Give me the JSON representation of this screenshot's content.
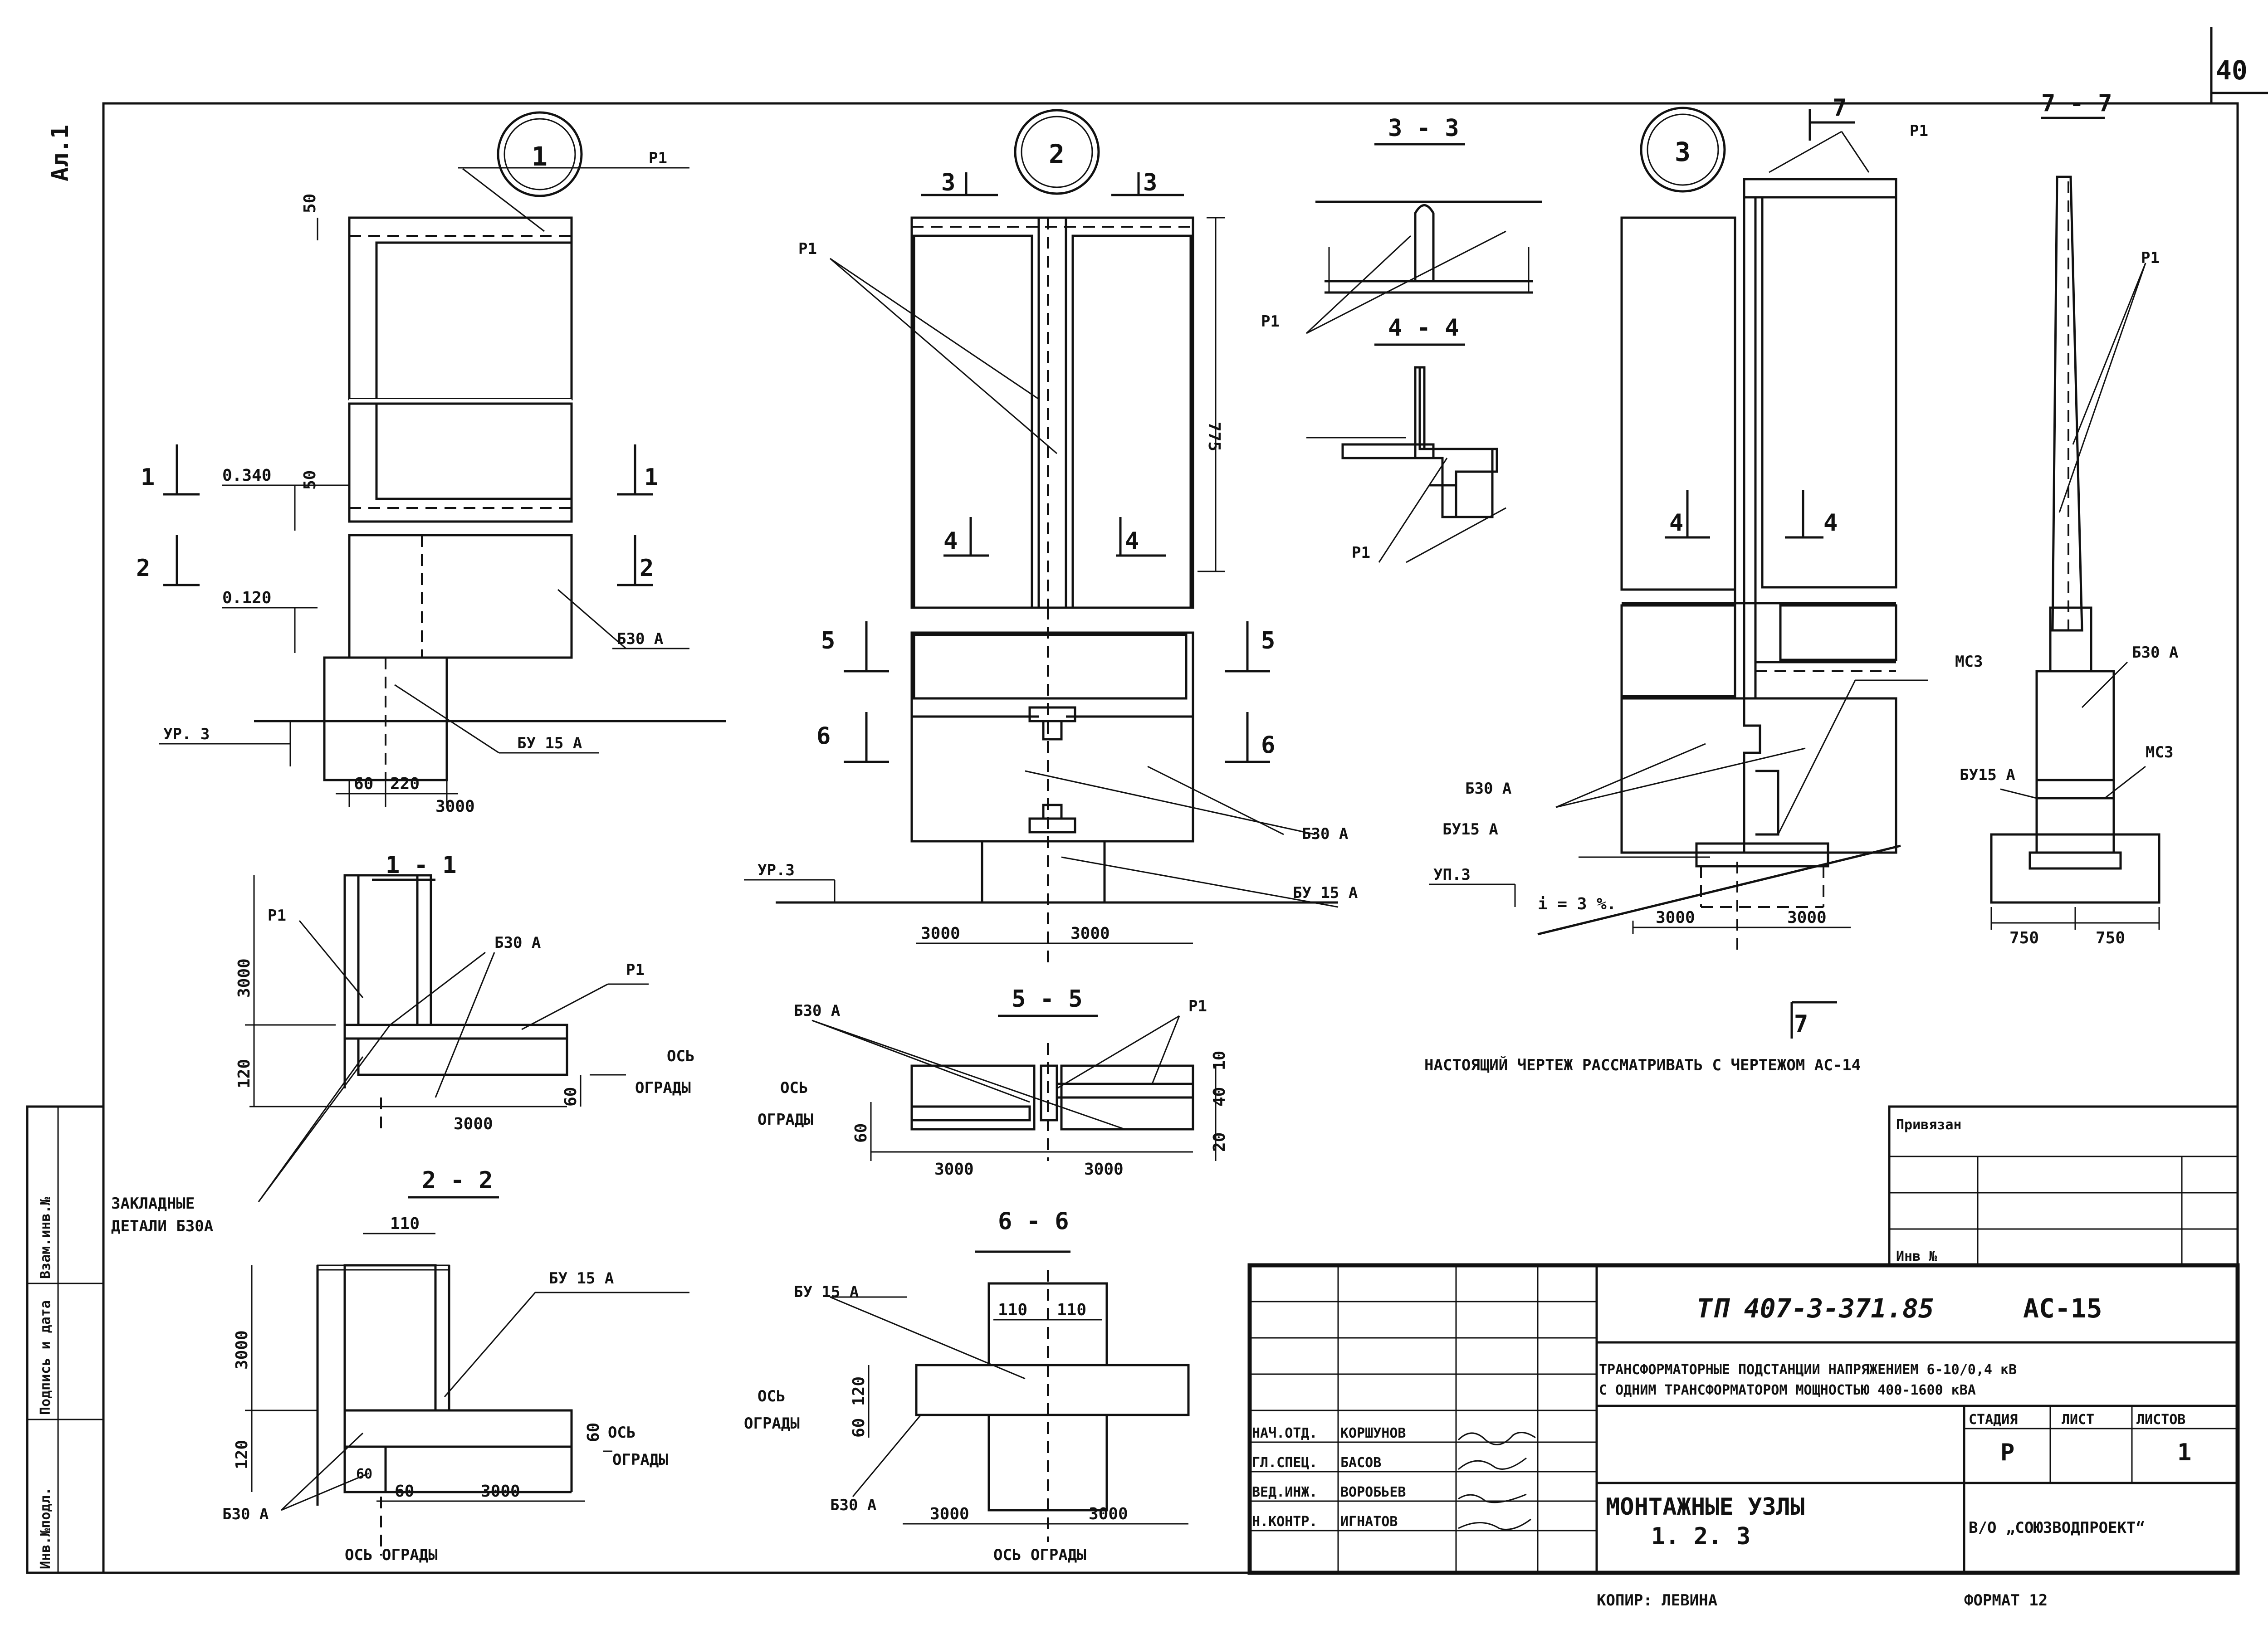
{
  "sheet": {
    "number": "40",
    "margin_label": "Ал.1",
    "side_stamp": [
      "Инв.№подл.",
      "Подпись и дата",
      "Взам.инв.№"
    ]
  },
  "node1": {
    "circle": "1",
    "labels": [
      "Р1",
      "Б30 А",
      "БУ 15 А",
      "УР. 3"
    ],
    "dims": [
      "50",
      "50",
      "0.340",
      "0.120",
      "220",
      "60",
      "3000"
    ],
    "cuts": [
      "1",
      "1",
      "2",
      "2"
    ]
  },
  "node2": {
    "circle": "2",
    "labels": [
      "Р1",
      "Б30 А",
      "БУ 15 А",
      "УР.3"
    ],
    "dims": [
      "775",
      "3000",
      "3000"
    ],
    "cuts": [
      "3",
      "3",
      "4",
      "4",
      "5",
      "5",
      "6",
      "6"
    ]
  },
  "node3": {
    "circle": "3",
    "labels": [
      "Р1",
      "МС3",
      "Б30 А",
      "БУ15 А",
      "УП.3",
      "БУ15 А",
      "Б30 А",
      "МС3",
      "Р1"
    ],
    "dims": [
      "3000",
      "3000",
      "750",
      "750",
      "i = 3 %."
    ],
    "cuts": [
      "7",
      "7",
      "4",
      "4",
      "7 - 7"
    ]
  },
  "sections": {
    "s11": {
      "title": "1 - 1",
      "labels": [
        "Р1",
        "Б30 А",
        "Р1",
        "ОСЬ",
        "ОГРАДЫ"
      ],
      "dims": [
        "3000",
        "120",
        "60",
        "3000"
      ]
    },
    "s22": {
      "title": "2 - 2",
      "labels": [
        "БУ 15 А",
        "Б30 А",
        "ОСЬ",
        "ОГРАДЫ",
        "ОСЬ ОГРАДЫ"
      ],
      "dims": [
        "110",
        "3000",
        "120",
        "60",
        "60",
        "3000",
        "60"
      ]
    },
    "s33": {
      "title": "3 - 3",
      "labels": [
        "Р1"
      ]
    },
    "s44": {
      "title": "4 - 4",
      "labels": [
        "Р1"
      ]
    },
    "s55": {
      "title": "5 - 5",
      "labels": [
        "Б30 А",
        "Р1",
        "ОСЬ",
        "ОГРАДЫ"
      ],
      "dims": [
        "60",
        "3000",
        "3000",
        "10",
        "40",
        "20"
      ]
    },
    "s66": {
      "title": "6 - 6",
      "labels": [
        "БУ 15 А",
        "ОСЬ",
        "ОГРАДЫ",
        "Б30 А",
        "ОСЬ ОГРАДЫ"
      ],
      "dims": [
        "110",
        "110",
        "120",
        "60",
        "3000",
        "3000"
      ]
    }
  },
  "note_embedded": [
    "ЗАКЛАДНЫЕ",
    "ДЕТАЛИ Б30А"
  ],
  "note_main": "НАСТОЯЩИЙ   ЧЕРТЕЖ   РАССМАТРИВАТЬ  С  ЧЕРТЕЖОМ  АС-14",
  "titleblock": {
    "bound_label": "Привязан",
    "inv_label": "Инв №",
    "doc_code": "ТП 407-3-371.85",
    "sheet_code": "АС-15",
    "project_line1": "ТРАНСФОРМАТОРНЫЕ ПОДСТАНЦИИ НАПРЯЖЕНИЕМ 6-10/0,4 кВ",
    "project_line2": "С ОДНИМ ТРАНСФОРМАТОРОМ МОЩНОСТЬЮ 400-1600 кВА",
    "stage_header": "СТАДИЯ",
    "sheet_header": "ЛИСТ",
    "sheets_header": "ЛИСТОВ",
    "stage": "Р",
    "sheets": "1",
    "sheet_title1": "МОНТАЖНЫЕ  УЗЛЫ",
    "sheet_title2": "1. 2. 3",
    "org": "В/О „СОЮЗВОДПРОЕКТ“",
    "staff": [
      {
        "role": "НАЧ.ОТД.",
        "name": "КОРШУНОВ"
      },
      {
        "role": "ГЛ.СПЕЦ.",
        "name": "БАСОВ"
      },
      {
        "role": "ВЕД.ИНЖ.",
        "name": "ВОРОБЬЕВ"
      },
      {
        "role": "Н.КОНТР.",
        "name": "ИГНАТОВ"
      }
    ],
    "copied": "КОПИР: ЛЕВИНА",
    "format": "ФОРМАТ 12"
  }
}
